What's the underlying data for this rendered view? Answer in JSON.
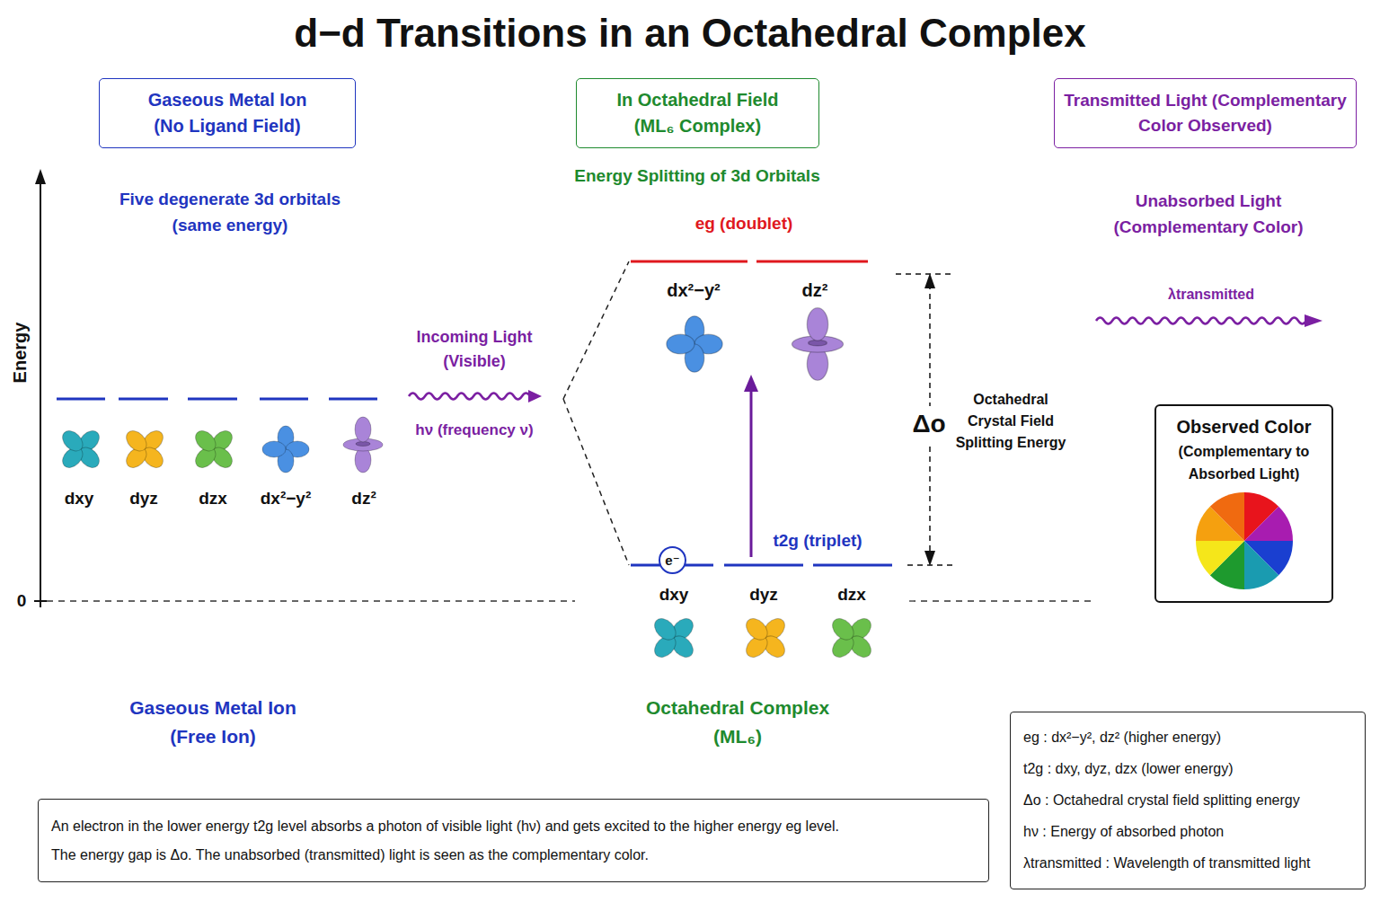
{
  "diagram": {
    "title": "d−d Transitions in an Octahedral Complex",
    "nodes": [
      {
        "text": [
          "Gaseous Metal Ion (No Ligand Field)"
        ]
      },
      {
        "text": [
          "In Octahedral Field (ML₆ Complex)"
        ]
      },
      {
        "text": [
          "Transmitted Light (Complementary Color Observed)"
        ]
      },
      {
        "text": [
          "Observed Color",
          "(Complementary to Absorbed Light)"
        ]
      },
      {
        "text": [
          "e⁻"
        ]
      },
      {
        "text": [
          "An electron in the lower energy t2g level absorbs a photon of visible light (hν) and gets excited to the higher energy eg level.",
          "The energy gap is Δo. The unabsorbed (transmitted) light is seen as the complementary color."
        ]
      }
    ],
    "labels": [
      "Five degenerate 3d orbitals (same energy)",
      "Energy Splitting of 3d Orbitals",
      "Unabsorbed Light (Complementary Color)",
      "Energy",
      "0",
      "dxy",
      "dyz",
      "dzx",
      "dx²−y²",
      "dz²",
      "Incoming Light (Visible)",
      "hν (frequency ν)",
      "eg (doublet)",
      "dx²−y²",
      "dz²",
      "t2g (triplet)",
      "dxy",
      "dyz",
      "dzx",
      "Δo",
      "Octahedral Crystal Field Splitting Energy",
      "λtransmitted",
      "Gaseous Metal Ion (Free Ion)",
      "Octahedral Complex (ML₆)"
    ],
    "legend": [
      {
        "text": "eg : dx²−y², dz² (higher energy)"
      },
      {
        "text": "t2g : dxy, dyz, dzx (lower energy)"
      },
      {
        "text": "Δo : Octahedral crystal field splitting energy"
      },
      {
        "text": "hν : Energy of absorbed photon"
      },
      {
        "text": "λtransmitted : Wavelength of transmitted light"
      }
    ]
  }
}
